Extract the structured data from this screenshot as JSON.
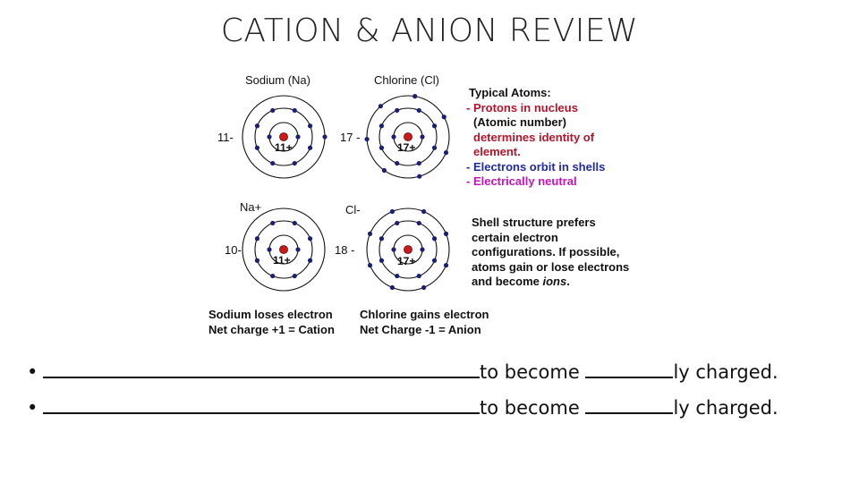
{
  "title": "CATION & ANION REVIEW",
  "atoms": {
    "sodium": {
      "name": "Sodium (Na)",
      "total": "11-",
      "nucleus": "11+",
      "shells": [
        2,
        8,
        1
      ]
    },
    "chlorine": {
      "name": "Chlorine (Cl)",
      "total": "17 -",
      "nucleus": "17+",
      "shells": [
        2,
        8,
        7
      ]
    },
    "sodium_ion": {
      "name": "Na+",
      "total": "10-",
      "nucleus": "11+",
      "shells": [
        2,
        8,
        0
      ]
    },
    "chloride_ion": {
      "name": "Cl-",
      "total": "18 -",
      "nucleus": "17+",
      "shells": [
        2,
        8,
        8
      ]
    }
  },
  "typical": {
    "heading": "Typical Atoms:",
    "l1": "- Protons in nucleus",
    "l2": "(Atomic number)",
    "l3": "determines identity of",
    "l4": "element.",
    "l5": "- Electrons orbit in shells",
    "l6": "- Electrically neutral"
  },
  "shell": {
    "l1": "Shell structure prefers",
    "l2": "certain electron",
    "l3": "configurations. If possible,",
    "l4a": "atoms gain or lose electrons",
    "l5a": "and become ",
    "l5b": "ions",
    "l5c": "."
  },
  "summary": {
    "na_line1": "Sodium loses electron",
    "na_line2": "Net charge +1 = Cation",
    "cl_line1": "Chlorine gains electron",
    "cl_line2": "Net Charge -1 = Anion"
  },
  "bullets": [
    {
      "bullet": "•",
      "mid": "to become ",
      "end": "ly charged."
    },
    {
      "bullet": "•",
      "mid": "to become ",
      "end": "ly charged."
    }
  ],
  "colors": {
    "nucleus": "#cc1a1a",
    "electron": "#1b1f73",
    "shell": "#111111"
  }
}
